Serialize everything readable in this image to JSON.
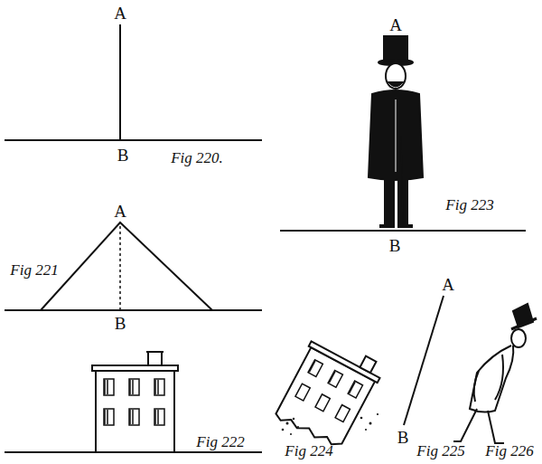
{
  "diagram": {
    "labels": [
      "A",
      "B",
      "Fig 220.",
      "A",
      "B",
      "Fig 223",
      "A",
      "Fig 221",
      "B",
      "Fig 222",
      "Fig 224",
      "A",
      "B",
      "Fig 225",
      "Fig 226"
    ]
  }
}
